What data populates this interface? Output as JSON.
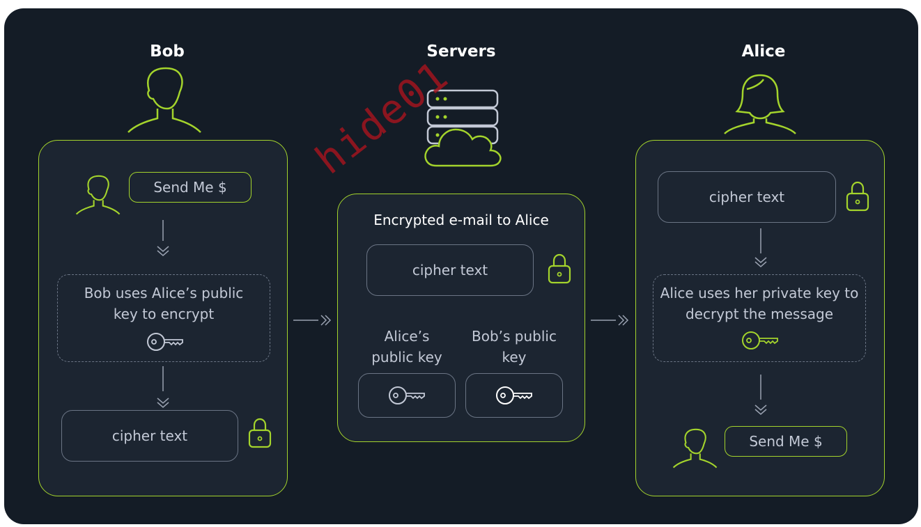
{
  "watermark": "hide01",
  "columns": {
    "bob": {
      "heading": "Bob"
    },
    "servers": {
      "heading": "Servers"
    },
    "alice": {
      "heading": "Alice"
    }
  },
  "bob_panel": {
    "message": "Send Me $",
    "encrypt_step": "Bob uses Alice’s public key to encrypt",
    "cipher": "cipher text"
  },
  "server_panel": {
    "title": "Encrypted e-mail to Alice",
    "cipher": "cipher text",
    "alice_key_label": "Alice’s public key",
    "bob_key_label": "Bob’s public key"
  },
  "alice_panel": {
    "cipher": "cipher text",
    "decrypt_step": "Alice uses her private key to decrypt the message",
    "message": "Send Me $"
  },
  "colors": {
    "background": "#141c26",
    "panel": "#1c2531",
    "accent": "#a4d42c",
    "text": "#c3c9d6",
    "muted_border": "#6b7585",
    "watermark": "#a0141e"
  },
  "icons": [
    "person-icon",
    "server-icon",
    "cloud-icon",
    "lock-icon",
    "key-icon",
    "arrow-down-icon",
    "arrow-right-icon"
  ]
}
